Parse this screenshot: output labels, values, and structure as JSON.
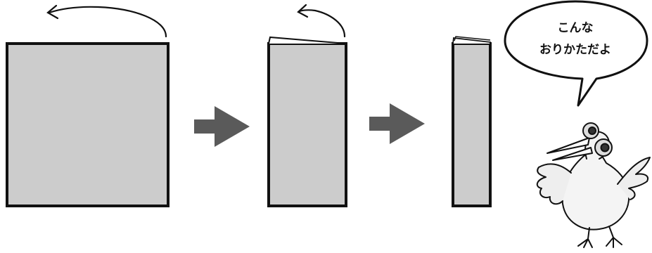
{
  "speech_bubble": {
    "line1": "こんな",
    "line2": "おりかただよ"
  },
  "colors": {
    "paper_fill": "#cccccc",
    "outline": "#111111",
    "arrow": "#5a5a5a",
    "background": "#ffffff"
  },
  "steps": [
    {
      "step": 1,
      "state": "unfolded square"
    },
    {
      "step": 2,
      "state": "folded in half"
    },
    {
      "step": 3,
      "state": "folded in quarters"
    }
  ],
  "icons": {
    "fold_arrow": "curved-arrow-icon",
    "next_arrow": "right-arrow-icon",
    "mascot": "bird-mascot-icon"
  }
}
